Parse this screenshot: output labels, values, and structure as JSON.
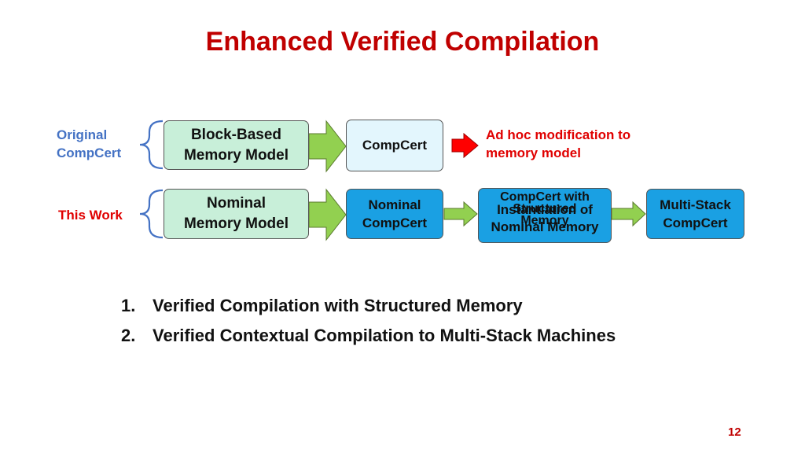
{
  "title": "Enhanced Verified Compilation",
  "rows": {
    "original_label": [
      "Original",
      "CompCert"
    ],
    "this_work_label": "This Work"
  },
  "boxes": {
    "block_based": [
      "Block-Based",
      "Memory Model"
    ],
    "compcert": "CompCert",
    "nominal_memory": [
      "Nominal",
      "Memory Model"
    ],
    "nominal_compcert": [
      "Nominal",
      "CompCert"
    ],
    "overlap_a": [
      "CompCert with",
      "Structured",
      "Memory"
    ],
    "overlap_b": [
      "Instantiation of",
      "Nominal Memory"
    ],
    "multi_stack": [
      "Multi-Stack",
      "CompCert"
    ]
  },
  "note": [
    "Ad hoc modification to",
    "memory model"
  ],
  "list": [
    {
      "num": "1.",
      "text": "Verified Compilation with Structured Memory"
    },
    {
      "num": "2.",
      "text": "Verified Contextual Compilation to Multi-Stack Machines"
    }
  ],
  "page_number": "12",
  "colors": {
    "title": "#c00000",
    "original_label": "#4472c4",
    "this_work_label": "#e00000",
    "mint_box": "#c8efd9",
    "pale_box": "#e3f6fd",
    "blue_box": "#1aa0e3",
    "green_arrow": "#92d050",
    "red_arrow": "#ff0000"
  }
}
